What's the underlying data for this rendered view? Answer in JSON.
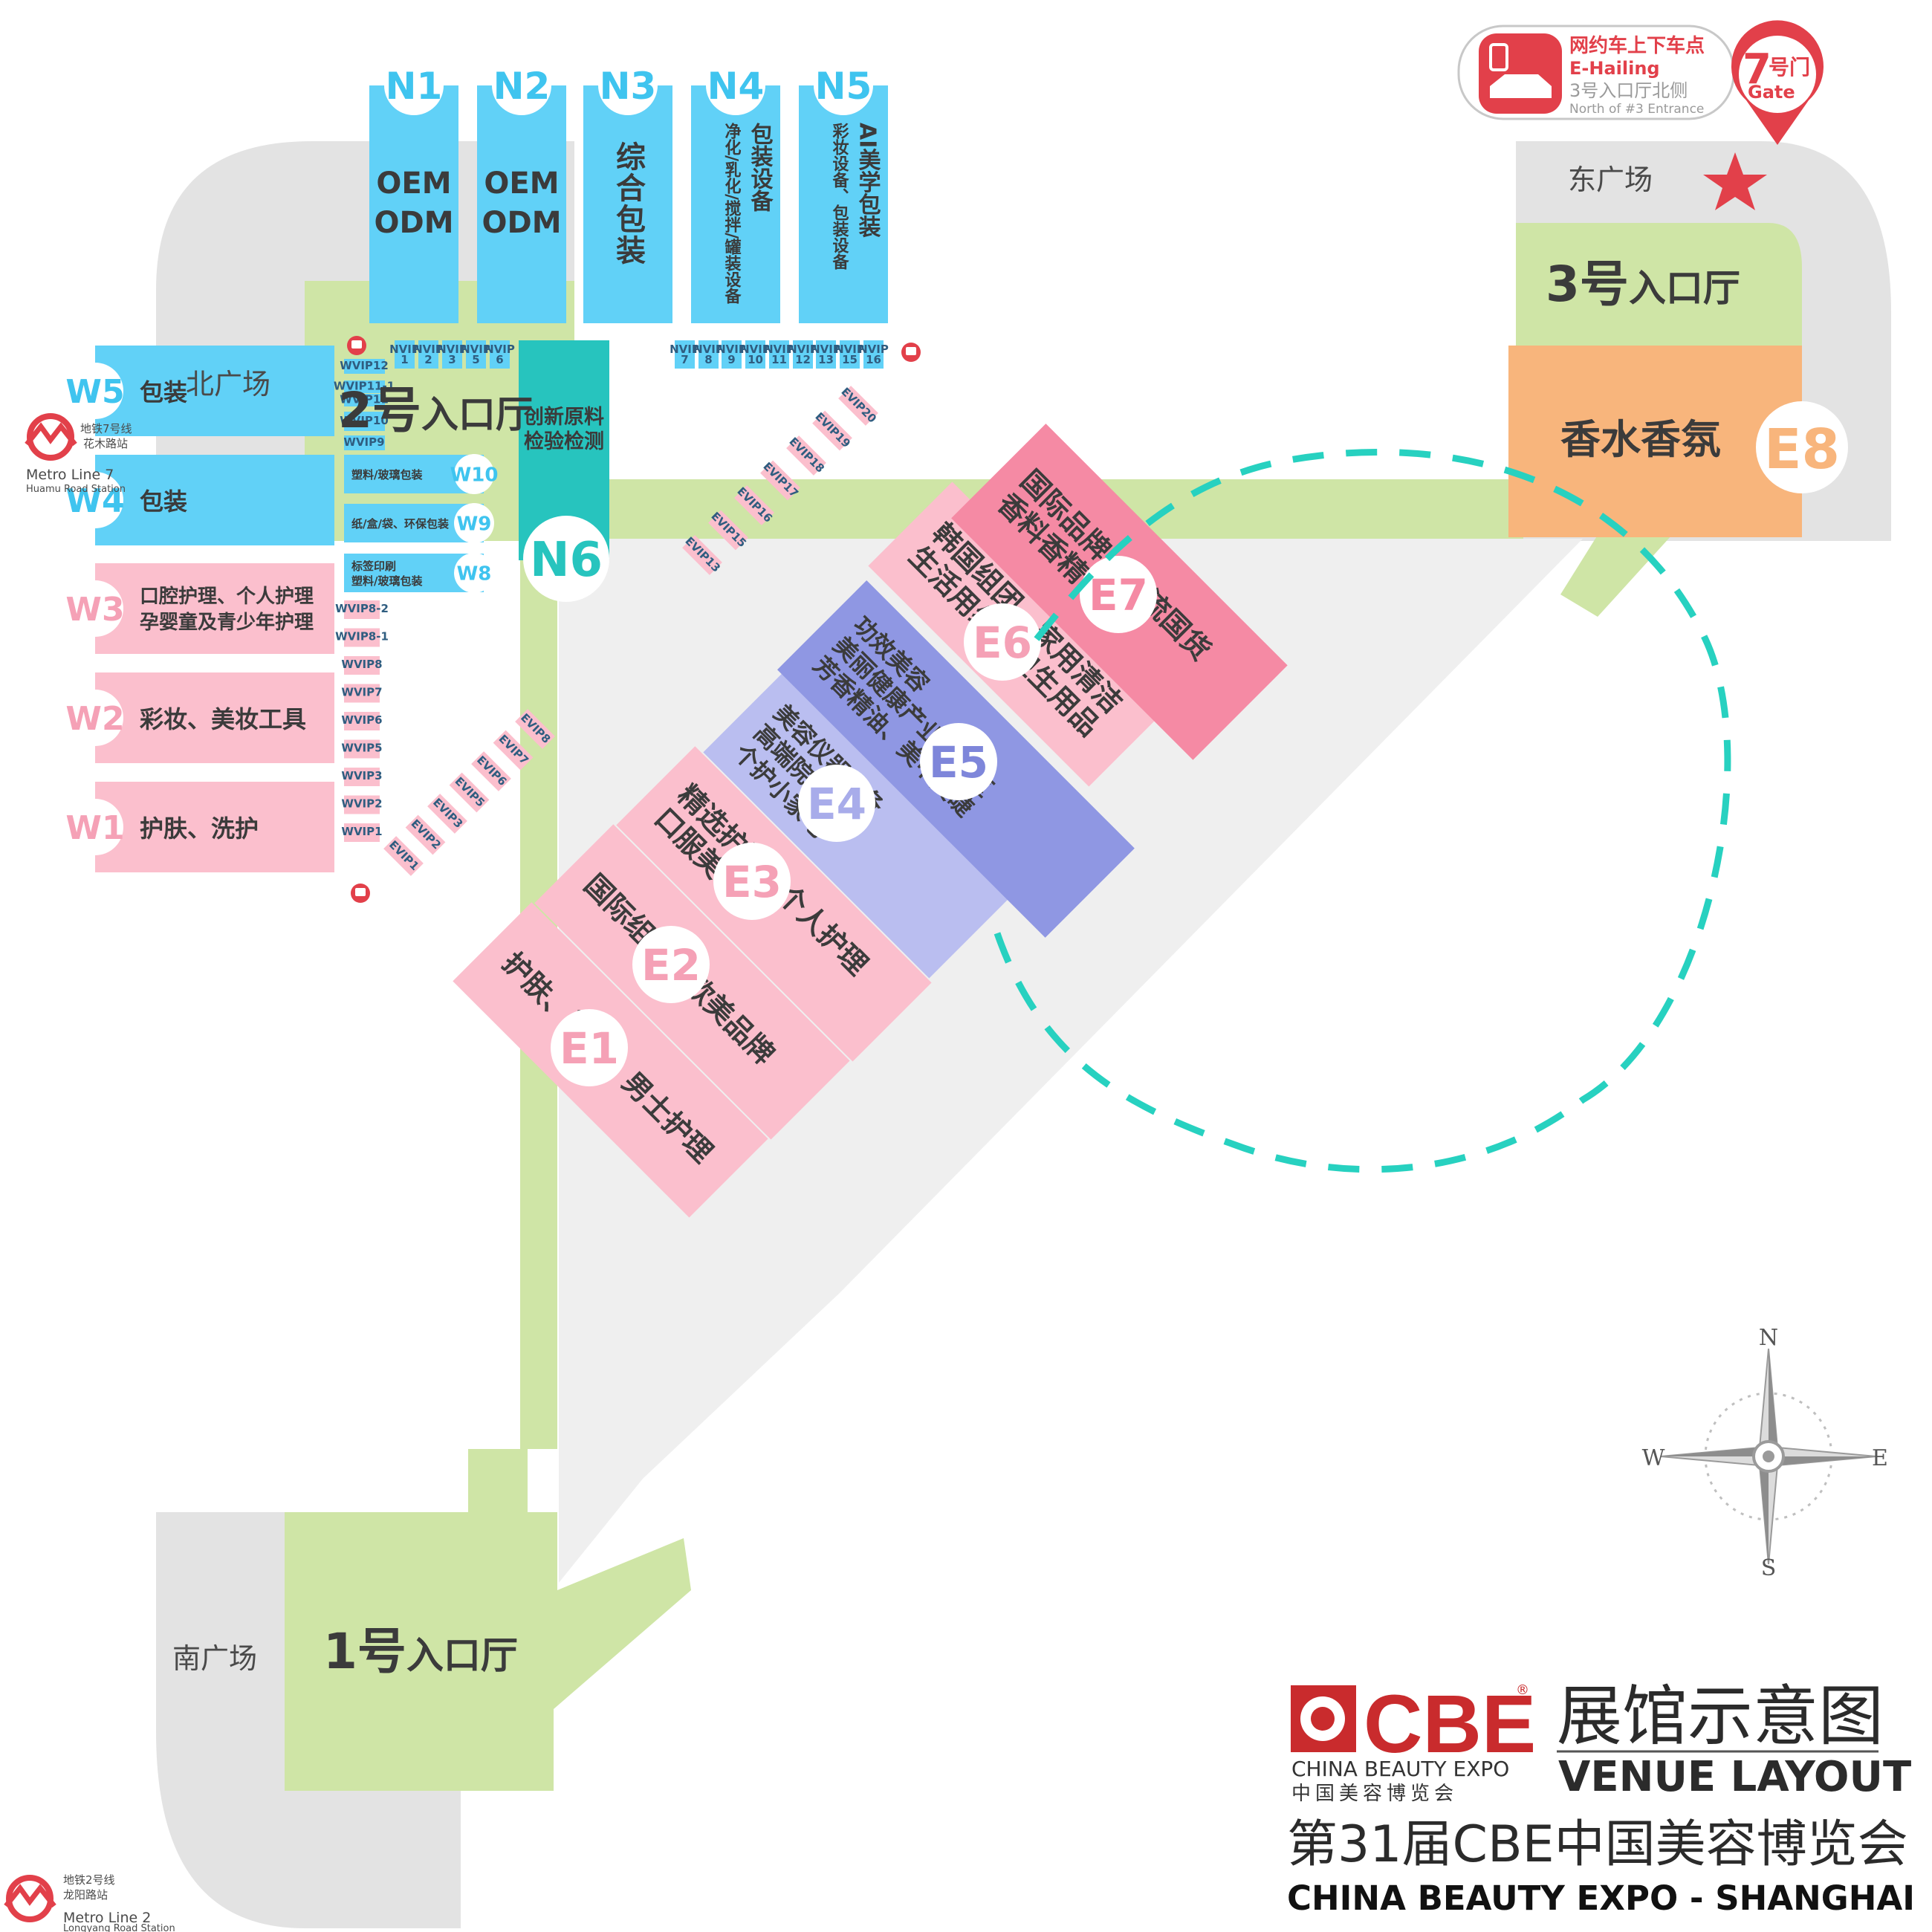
{
  "colors": {
    "blue": "#61d1f7",
    "pink": "#fbbfcd",
    "hotpink": "#f58aa4",
    "green": "#cfe5a6",
    "grey": "#e3e3e3",
    "floor": "#efefef",
    "teal": "#27c4be",
    "lavender": "#babef0",
    "indigo": "#8f97e3",
    "orange": "#f8b57c",
    "red": "#e2404a",
    "dashed": "#27d1c0"
  },
  "plazas": {
    "north": "北广场",
    "east": "东广场",
    "south": "南广场"
  },
  "entrances": {
    "e1": {
      "num": "1号",
      "text": "入口厅"
    },
    "e2": {
      "num": "2号",
      "text": "入口厅"
    },
    "e3": {
      "num": "3号",
      "text": "入口厅"
    }
  },
  "metro": {
    "line7": {
      "cn1": "地铁7号线",
      "cn2": "花木路站",
      "en1": "Metro Line 7",
      "en2": "Huamu Road Station"
    },
    "line2": {
      "cn1": "地铁2号线",
      "cn2": "龙阳路站",
      "en1": "Metro Line 2",
      "en2": "Longyang Road Station"
    }
  },
  "gate": {
    "cn": "网约车上下车点",
    "en": "E-Hailing",
    "sub_cn": "3号入口厅北侧",
    "sub_en": "North of #3 Entrance",
    "num": "7",
    "hao": "号门",
    "gate": "Gate"
  },
  "north_halls": [
    {
      "id": "N1",
      "l1": "OEM",
      "l2": "ODM"
    },
    {
      "id": "N2",
      "l1": "OEM",
      "l2": "ODM"
    },
    {
      "id": "N3",
      "cols": [
        "综合包装"
      ]
    },
    {
      "id": "N4",
      "cols": [
        "包装设备",
        "净化/乳化/搅拌/罐装设备"
      ]
    },
    {
      "id": "N5",
      "cols": [
        "AI美学包装",
        "彩妆设备、包装设备"
      ]
    }
  ],
  "n6": {
    "id": "N6",
    "l1": "创新原料",
    "l2": "检验检测"
  },
  "e8": {
    "id": "E8",
    "label": "香水香氛"
  },
  "west_halls": [
    {
      "id": "W5",
      "l1": "包装"
    },
    {
      "id": "W4",
      "l1": "包装"
    },
    {
      "id": "W3",
      "l1": "口腔护理、个人护理",
      "l2": "孕婴童及青少年护理"
    },
    {
      "id": "W2",
      "l1": "彩妆、美妆工具"
    },
    {
      "id": "W1",
      "l1": "护肤、洗护"
    }
  ],
  "small_halls": [
    {
      "id": "W10",
      "l1": "塑料/玻璃包装"
    },
    {
      "id": "W9",
      "l1": "纸/盒/袋、环保包装"
    },
    {
      "id": "W8",
      "l1": "标签印刷",
      "l2": "塑料/玻璃包装"
    }
  ],
  "east_halls": [
    {
      "id": "E1",
      "l1": "护肤、洗护、男士护理"
    },
    {
      "id": "E2",
      "l1": "国际组团、欧美品牌"
    },
    {
      "id": "E3",
      "l1": "精选护肤、个人护理",
      "l2": "口服美容"
    },
    {
      "id": "E4",
      "l1": "美容仪器设备",
      "l2": "高端院线品牌",
      "l3": "个护小家电"
    },
    {
      "id": "E5",
      "l1": "功效美容",
      "l2": "美丽健康产业生态区",
      "l3": "芳香精油、美甲美睫"
    },
    {
      "id": "E6",
      "l1": "韩国组团、家用清洁",
      "l2": "生活用纸、卫生用品"
    },
    {
      "id": "E7",
      "l1": "国际品牌、潮流国货",
      "l2": "香料香精"
    }
  ],
  "nvip": {
    "label": "NVIP",
    "nums": [
      "1",
      "2",
      "3",
      "5",
      "6",
      "7",
      "8",
      "9",
      "10",
      "11",
      "12",
      "13",
      "15",
      "16"
    ]
  },
  "wvip_upper": [
    "WVIP12",
    "WVIP11-1",
    "WVIP11",
    "WVIP10",
    "WVIP9"
  ],
  "wvip_lower": [
    "WVIP8-2",
    "WVIP8-1",
    "WVIP8",
    "WVIP7",
    "WVIP6",
    "WVIP5",
    "WVIP3",
    "WVIP2",
    "WVIP1"
  ],
  "evip_lower": [
    "EVIP1",
    "EVIP2",
    "EVIP3",
    "EVIP5",
    "EVIP6",
    "EVIP7",
    "EVIP8"
  ],
  "evip_upper": [
    "EVIP13",
    "EVIP15",
    "EVIP16",
    "EVIP17",
    "EVIP18",
    "EVIP19",
    "EVIP20"
  ],
  "compass": {
    "n": "N",
    "s": "S",
    "e": "E",
    "w": "W"
  },
  "brand": {
    "logo": "CBE",
    "reg": "®",
    "en": "CHINA BEAUTY EXPO",
    "cn": "中国美容博览会",
    "title_cn": "展馆示意图",
    "title_en": "VENUE LAYOUT",
    "event_cn": "第31届CBE中国美容博览会",
    "event_en": "CHINA BEAUTY EXPO - SHANGHAI"
  }
}
